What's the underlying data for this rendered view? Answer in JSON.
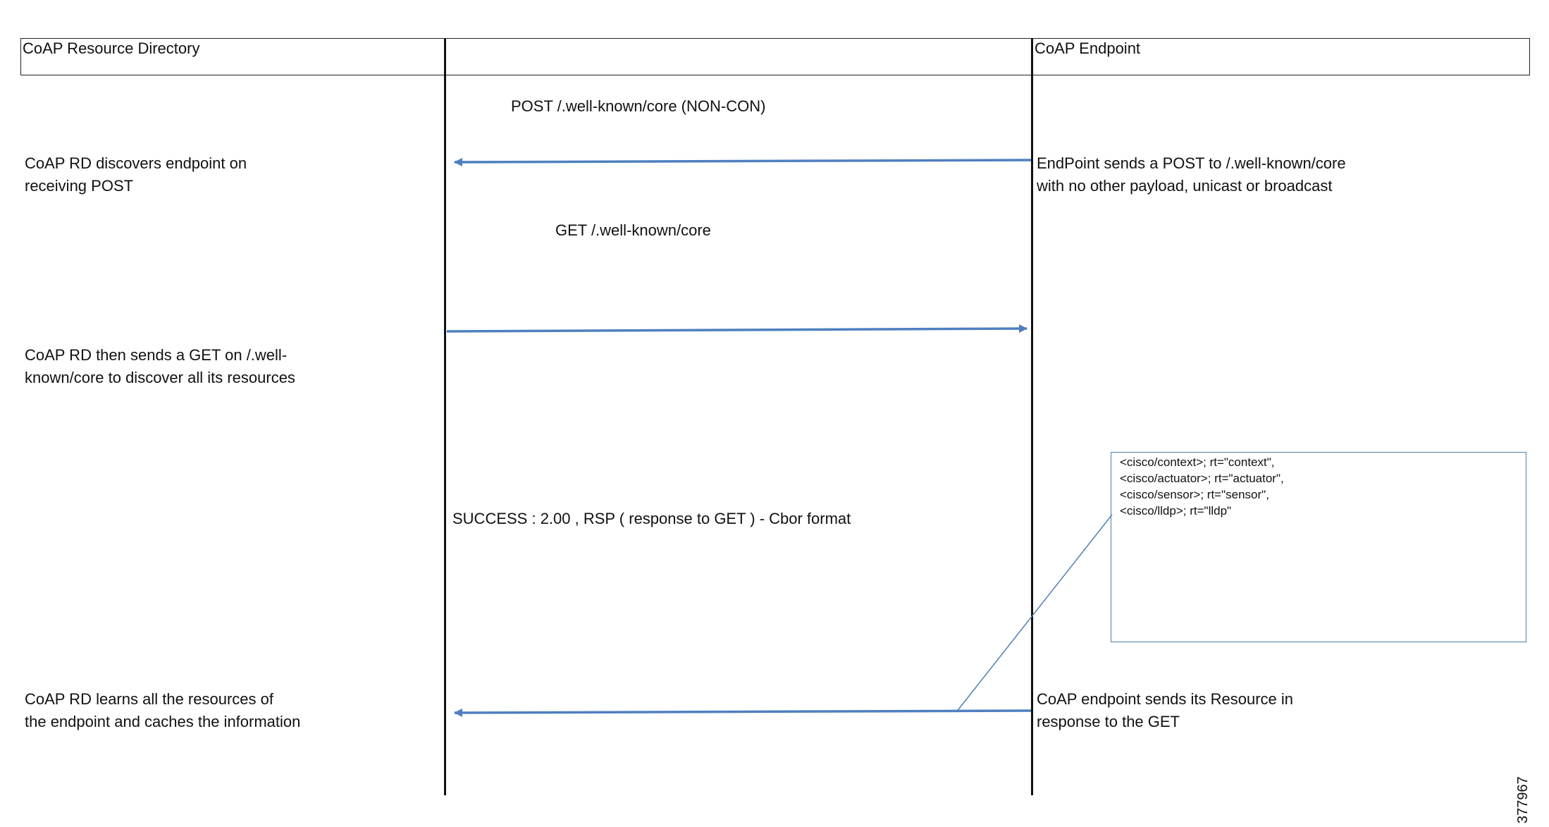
{
  "participants": {
    "left": "CoAP Resource Directory",
    "right": "CoAP Endpoint"
  },
  "messages": [
    {
      "label": "POST  /.well-known/core (NON-CON)",
      "direction": "right-to-left"
    },
    {
      "label": "GET /.well-known/core",
      "direction": "left-to-right"
    },
    {
      "label": "SUCCESS : 2.00 , RSP ( response to GET ) - Cbor format",
      "direction": "right-to-left"
    }
  ],
  "left_notes": [
    [
      "CoAP RD discovers endpoint on",
      "receiving POST"
    ],
    [
      "CoAP RD then sends a GET on /.well-",
      "known/core to discover all its resources"
    ],
    [
      "CoAP RD learns all the resources of",
      "the endpoint and caches the information"
    ]
  ],
  "right_notes": [
    [
      "EndPoint sends a POST to /.well-known/core",
      "with no other payload, unicast or broadcast"
    ],
    [
      "CoAP endpoint sends its Resource in",
      "response to the GET"
    ]
  ],
  "payload": [
    "<cisco/context>; rt=\"context\",",
    "<cisco/actuator>; rt=\"actuator\",",
    "<cisco/sensor>; rt=\"sensor\",",
    "<cisco/lldp>; rt=\"lldp\""
  ],
  "figure_id": "377967",
  "colors": {
    "arrow": "#4f7fc0",
    "callout": "#4f7fae",
    "lines": "#111111"
  }
}
